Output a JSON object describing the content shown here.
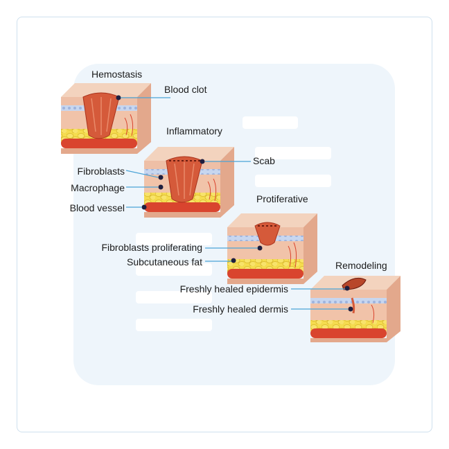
{
  "stages": [
    {
      "title": "Hemostasis",
      "labels": [
        "Blood clot"
      ]
    },
    {
      "title": "Inflammatory",
      "labels": [
        "Scab",
        "Fibroblasts",
        "Macrophage",
        "Blood vessel"
      ]
    },
    {
      "title": "Protiferative",
      "labels": [
        "Fibroblasts proliferating",
        "Subcutaneous fat"
      ]
    },
    {
      "title": "Remodeling",
      "labels": [
        "Freshly healed epidermis",
        "Freshly healed dermis"
      ]
    }
  ],
  "colors": {
    "skin_top": "#f3d3be",
    "epidermis": "#e9b8a0",
    "basal_layer": "#c7d6ef",
    "dermis": "#f1c3a9",
    "fat": "#f5dc4f",
    "vessel": "#d9442e",
    "wound": "#d55a3a",
    "leader": "#4aa3d6"
  }
}
